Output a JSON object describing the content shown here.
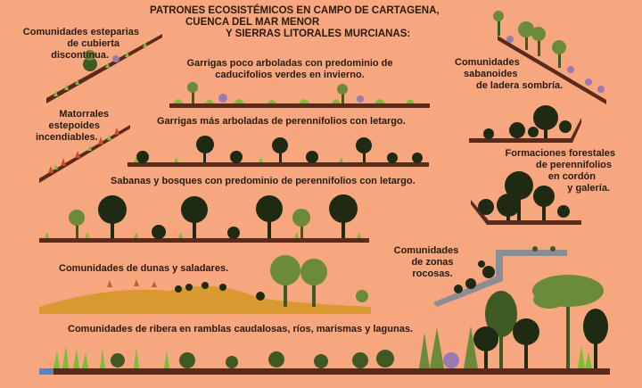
{
  "title": [
    "PATRONES ECOSISTÉMICOS EN CAMPO DE CARTAGENA,",
    "CUENCA DEL MAR MENOR",
    "Y SIERRAS LITORALES MURCIANAS:"
  ],
  "labels": {
    "esteparias": [
      "Comunidades esteparias",
      "de cubierta",
      "discontínua."
    ],
    "matorrales": [
      "Matorrales",
      "estepoides",
      "incendiables."
    ],
    "garrigas_poco": [
      "Garrigas poco arboladas con predominio de",
      "caducifolios verdes en invierno."
    ],
    "garrigas_mas": "Garrigas más arboladas de perennifolios con letargo.",
    "sabanas": "Sabanas y bosques con predominio de perennifolios con letargo.",
    "dunas": "Comunidades de dunas y saladares.",
    "ribera": "Comunidades de ribera en ramblas caudalosas, ríos, marismas y lagunas.",
    "sabanoides": [
      "Comunidades",
      "sabanoides",
      "de ladera sombría."
    ],
    "forestales": [
      "Formaciones forestales",
      "de perennifolios",
      "en cordón",
      "y galería."
    ],
    "rocosas": [
      "Comunidades",
      "de zonas",
      "rocosas."
    ]
  },
  "colors": {
    "background": "#F7A77F",
    "soil": "#5a2a1a",
    "grass": "#7bbd3a",
    "tree_dark": "#1e2a12",
    "tree_mid": "#3e5a22",
    "tree_light": "#6b8a3a",
    "shrub_purple": "#9a7bb0",
    "dune": "#D89A30",
    "water": "#4a88c8",
    "rock": "#8a8e94"
  }
}
